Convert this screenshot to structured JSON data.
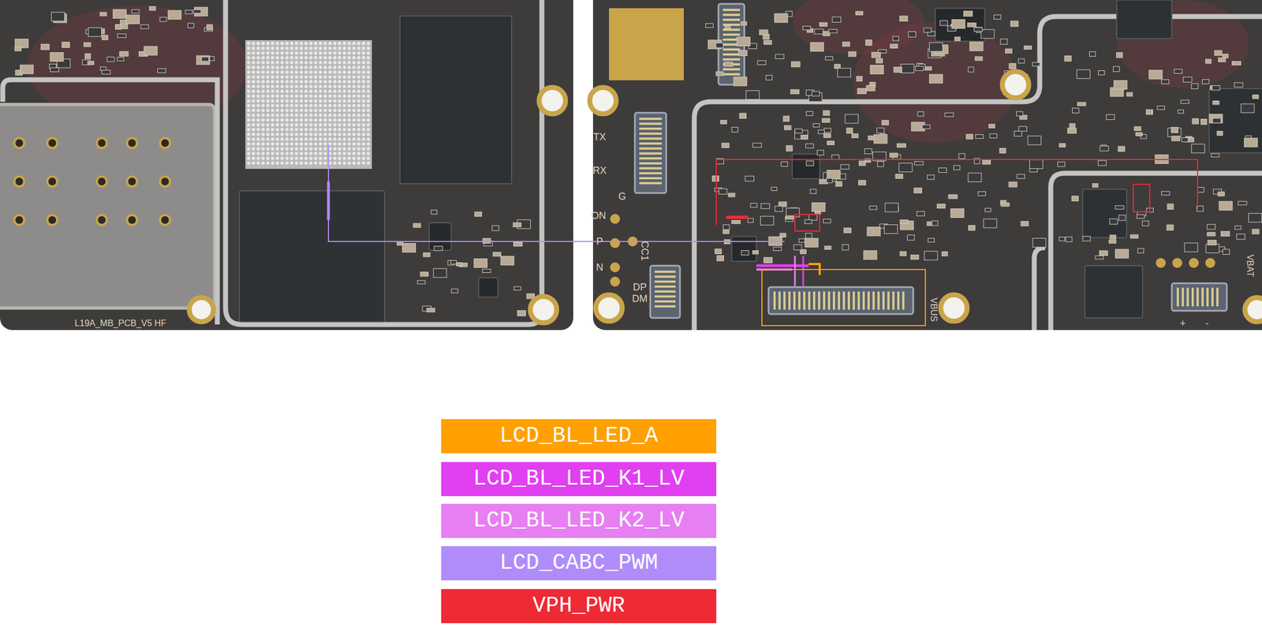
{
  "diagram": {
    "labels": [
      "TX",
      "RX",
      "G",
      "ON",
      "P",
      "N",
      "CC1",
      "DP",
      "DM",
      "VBUS",
      "VBAT",
      "L19A_MB_PCB_V5 HF",
      "+",
      "-"
    ],
    "legend": [
      {
        "text": "LCD_BL_LED_A",
        "color": "#ffa000"
      },
      {
        "text": "LCD_BL_LED_K1_LV",
        "color": "#e040f0"
      },
      {
        "text": "LCD_BL_LED_K2_LV",
        "color": "#e680f2"
      },
      {
        "text": "LCD_CABC_PWM",
        "color": "#b08cfa"
      },
      {
        "text": "VPH_PWR",
        "color": "#ee2a35"
      }
    ]
  }
}
